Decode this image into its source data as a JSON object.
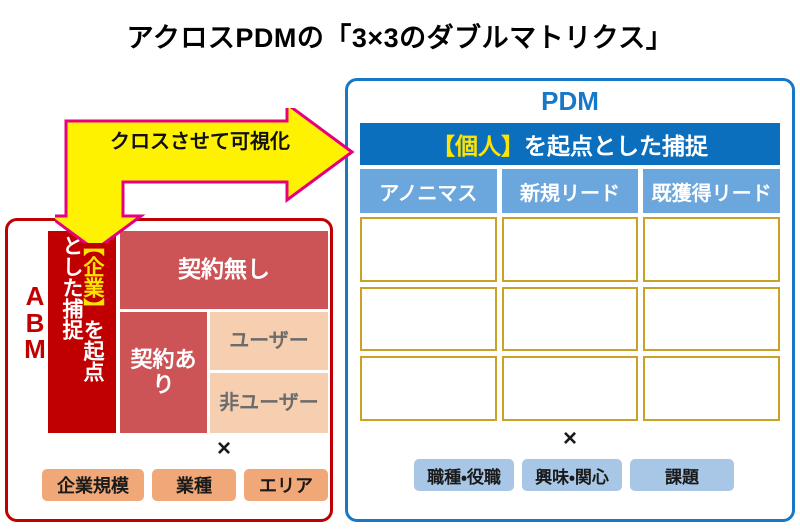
{
  "title": "アクロスPDMの「3×3のダブルマトリクス」",
  "colors": {
    "abm_border": "#C00000",
    "abm_capture_bar": "#C00000",
    "abm_cell_red": "#CC5457",
    "abm_cell_peach": "#F6CFB0",
    "abm_tag": "#F1A878",
    "pdm_border": "#1878C8",
    "pdm_title": "#1878C8",
    "pdm_header_bar": "#0B6FBD",
    "pdm_col_header": "#6BA6DC",
    "pdm_grid_border": "#C9A227",
    "pdm_tag": "#A8C6E6",
    "arrow_fill": "#FFF200",
    "arrow_stroke": "#E6007E",
    "highlight_text": "#FFE400"
  },
  "arrow": {
    "label": "クロスさせて可視化",
    "icon": "bent-double-arrow-icon"
  },
  "abm": {
    "label_letters": [
      "A",
      "B",
      "M"
    ],
    "capture_bar": {
      "column_right": "【企業】を起点",
      "column_left": "とした捕捉",
      "highlight": "【企業】"
    },
    "cells": {
      "no_contract": "契約無し",
      "contract": "契約あり",
      "user": "ユーザー",
      "non_user": "非ユーザー"
    },
    "cross_symbol": "×",
    "tags": [
      "企業規模",
      "業種",
      "エリア"
    ]
  },
  "pdm": {
    "title": "PDM",
    "header_bar": {
      "highlight": "【個人】",
      "rest": "を起点とした捕捉"
    },
    "column_headers": [
      "アノニマス",
      "新規リード",
      "既獲得リード"
    ],
    "grid_rows": 3,
    "grid_cols": 3,
    "cross_symbol": "×",
    "tags": [
      "職種・役職",
      "興味・関心",
      "課題"
    ]
  }
}
